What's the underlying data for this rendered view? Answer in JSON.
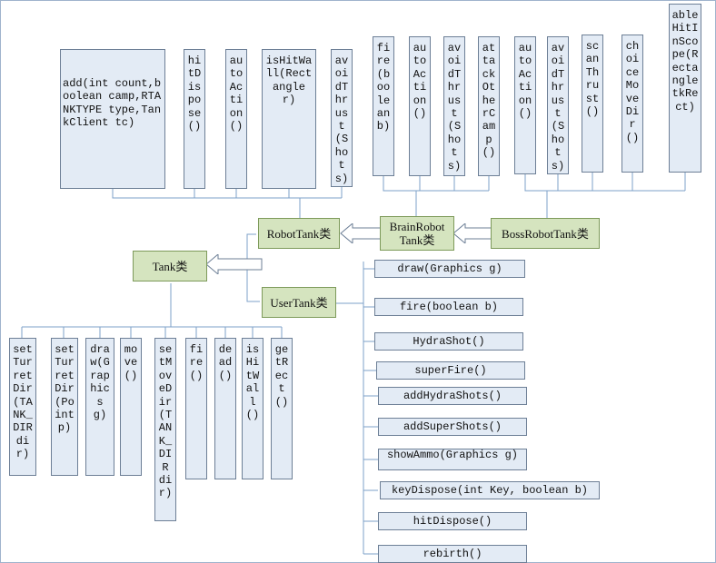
{
  "classes": {
    "robot": "RobotTank类",
    "brain": "BrainRobot Tank类",
    "boss": "BossRobotTank类",
    "tank": "Tank类",
    "user": "UserTank类"
  },
  "robot_methods": [
    "add(int count,boolean camp,RTANKTYPE type,TankClient tc)",
    "hitDispose()",
    "autoAction()",
    "isHitWall(Rectangle r)",
    "avoidThrust(Shots)"
  ],
  "brain_methods": [
    "fire(boolean b)",
    "autoAction()",
    "avoidThrust(Shots)",
    "attackOtherCamp()"
  ],
  "boss_methods": [
    "autoAction()",
    "avoidThrust(Shots)",
    "scanThrust()",
    "choiceMoveDir()",
    "ableHitInScope(RectangletkRect)"
  ],
  "tank_methods": [
    "setTurretDir(TANK_DIR dir)",
    "setTurretDir(Point p)",
    "draw(Graphics g)",
    "move()",
    "setMoveDir(TANK_DIR dir)",
    "fire()",
    "dead()",
    "isHitWall()",
    "getRect()"
  ],
  "user_methods": [
    "draw(Graphics g)",
    "fire(boolean b)",
    "HydraShot()",
    "superFire()",
    "addHydraShots()",
    "addSuperShots()",
    "showAmmo(Graphics g)",
    "keyDispose(int Key, boolean b)",
    "hitDispose()",
    "rebirth()"
  ],
  "colors": {
    "method_fill": "#e3ebf5",
    "class_fill": "#d5e4bf",
    "connector": "#7ea0c8"
  }
}
